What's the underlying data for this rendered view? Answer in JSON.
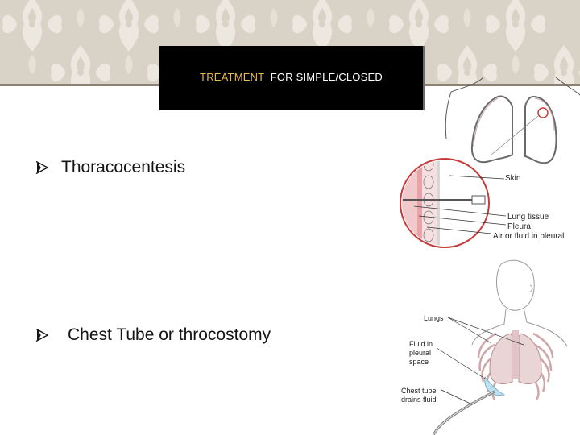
{
  "header": {
    "title_part1": "TREATMENT ",
    "title_part2": " FOR SIMPLE/CLOSED"
  },
  "bullets": [
    {
      "label": "Thoracocentesis"
    },
    {
      "label": "Chest Tube or throcostomy"
    }
  ],
  "figure_thoracocentesis": {
    "labels": {
      "skin": "Skin",
      "lung_tissue": "Lung tissue",
      "pleura": "Pleura",
      "air_or_fluid": "Air or fluid in pleural"
    }
  },
  "figure_chest_tube": {
    "labels": {
      "lungs": "Lungs",
      "fluid_line1": "Fluid in",
      "fluid_line2": "pleural",
      "fluid_line3": "space",
      "tube_line1": "Chest tube",
      "tube_line2": "drains fluid"
    }
  },
  "colors": {
    "banner": "#d9d3c7",
    "title_bg": "#000000",
    "title_accent": "#e8b94a",
    "zoom_circle": "#c73a3a"
  },
  "icons": {
    "bullet": "arrowhead-bullet-icon"
  }
}
